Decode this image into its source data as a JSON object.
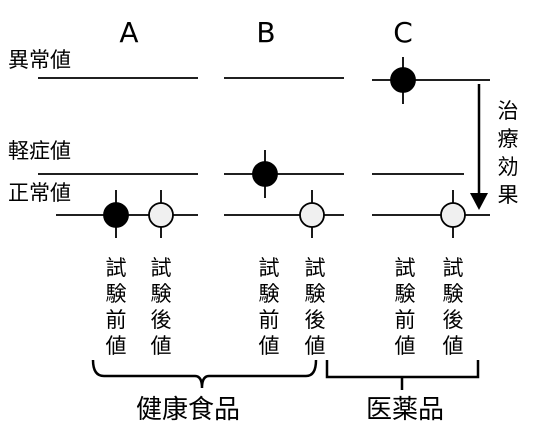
{
  "columns": [
    {
      "id": "A",
      "label": "A"
    },
    {
      "id": "B",
      "label": "B"
    },
    {
      "id": "C",
      "label": "C"
    }
  ],
  "levels": {
    "abnormal": "異常値",
    "mild": "軽症値",
    "normal": "正常値"
  },
  "treatment_effect": [
    "治",
    "療",
    "効",
    "果"
  ],
  "markers": {
    "before": [
      "試",
      "験",
      "前",
      "値"
    ],
    "after": [
      "試",
      "験",
      "後",
      "値"
    ]
  },
  "groups": {
    "health_food": "健康食品",
    "medicine": "医薬品"
  },
  "colors": {
    "before_fill": "#000000",
    "after_fill": "#f0f0f0",
    "line": "#000000"
  }
}
